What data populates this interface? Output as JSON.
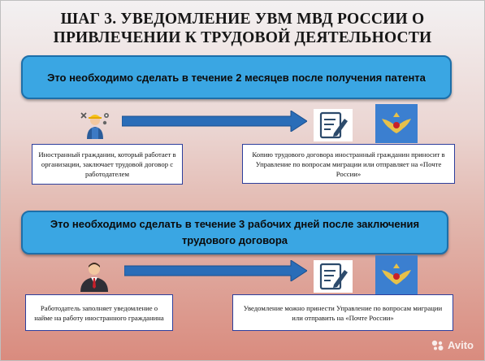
{
  "title": "ШАГ 3. УВЕДОМЛЕНИЕ УВМ МВД РОССИИ О ПРИВЛЕЧЕНИИ К ТРУДОВОЙ ДЕЯТЕЛЬНОСТИ",
  "section1": {
    "banner": "Это необходимо сделать в течение  2 месяцев после получения патента",
    "left_box": "Иностранный гражданин, который работает в организации, заключает трудовой договор с работодателем",
    "right_box": "Копию трудового договора иностранный гражданин приносит в Управление по вопросам миграции или отправляет на «Почте России»",
    "icons": [
      "worker-tools-icon",
      "document-pen-icon",
      "mvd-emblem-icon"
    ]
  },
  "section2": {
    "banner": "Это необходимо сделать в течение  3 рабочих дней после заключения трудового договора",
    "left_box": "Работодатель заполняет уведомление о найме на работу иностранного гражданина",
    "right_box": "Уведомление можно принести Управление по вопросам миграции или отправить на «Почте России»",
    "icons": [
      "manager-icon",
      "document-pen-icon",
      "mvd-emblem-icon"
    ]
  },
  "watermark": "Avito",
  "colors": {
    "banner_fill": "#3aa6e3",
    "banner_border": "#1d6fa9",
    "box_border": "#2d3e9c",
    "arrow_fill": "#2a6db8",
    "emblem_bg": "#3b7fd0"
  }
}
